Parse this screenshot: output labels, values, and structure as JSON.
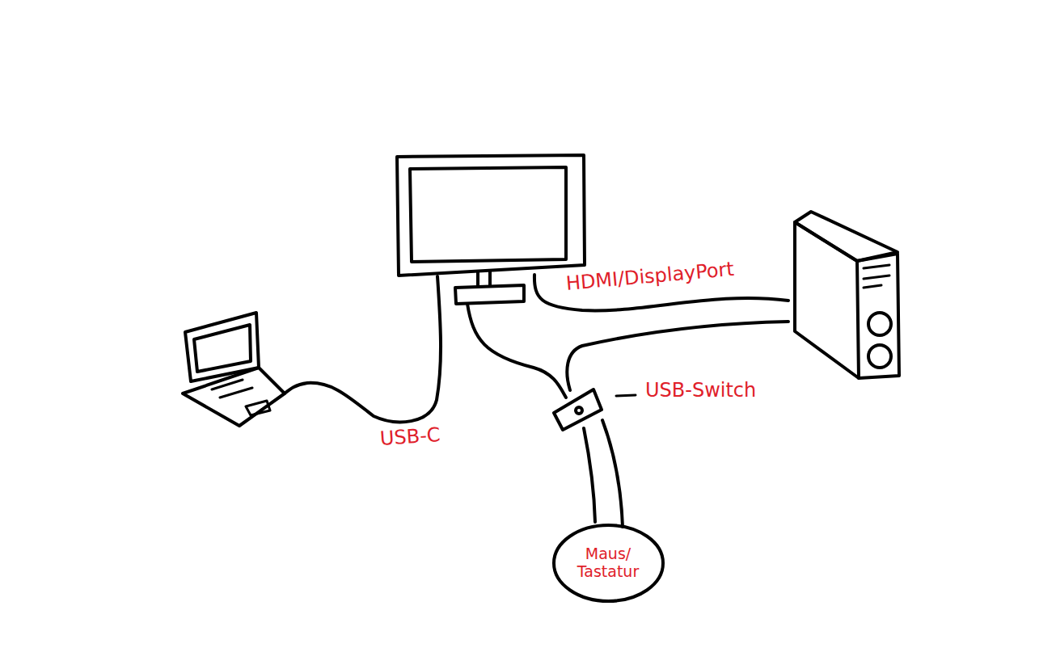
{
  "diagram": {
    "nodes": [
      {
        "text": [
          "Maus/ Tastatur"
        ]
      }
    ],
    "labels": [
      "HDMI/DisplayPort",
      "USB-C",
      "USB-Switch"
    ]
  }
}
